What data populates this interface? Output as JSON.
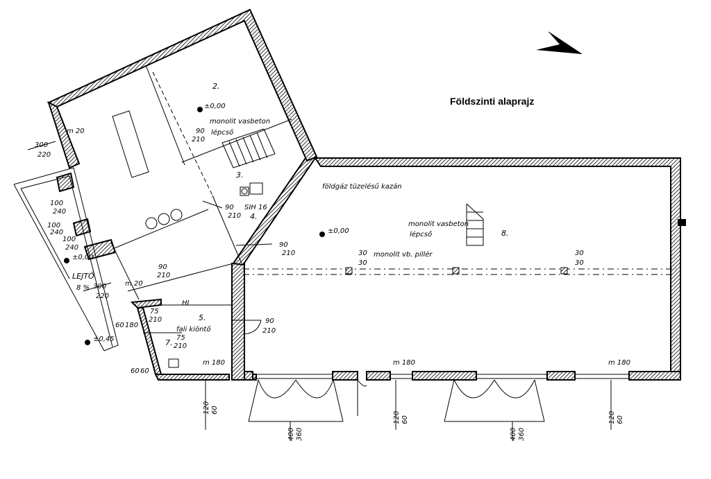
{
  "title": "Földszinti alaprajz",
  "rooms": {
    "r2": "2.",
    "r3": "3.",
    "r4": "4.",
    "r5": "5.",
    "r7": "7.",
    "r8": "8."
  },
  "annotations": {
    "stair1": "monolit vasbeton",
    "stair1b": "lépcső",
    "stair2": "monolit vasbeton",
    "stair2b": "lépcső",
    "boiler": "földgáz tüzelésű kazán",
    "sih": "SIH 16",
    "pillar": "monolit vb. pillér",
    "basin": "fali kiöntő",
    "ramp": "LEJTŐ",
    "ramp_pct": "8 %",
    "hi": "HI"
  },
  "levels": {
    "l1": "±0,00",
    "l2": "±0,00",
    "l3": "±0,00",
    "l4": "±0,45"
  },
  "dims": {
    "d300_220a_top": "300",
    "d300_220a_bot": "220",
    "d300_220b_top": "300",
    "d300_220b_bot": "220",
    "d100_240a_top": "100",
    "d100_240a_bot": "240",
    "d100_240b_top": "100",
    "d100_240b_bot": "240",
    "d100_240c_top": "100",
    "d100_240c_bot": "240",
    "m20a": "m 20",
    "m20b": "m 20",
    "d90_210a_top": "90",
    "d90_210a_bot": "210",
    "d90_210b_top": "90",
    "d90_210b_bot": "210",
    "d90_210c_top": "90",
    "d90_210c_bot": "210",
    "d90_210d_top": "90",
    "d90_210d_bot": "210",
    "d90_210e_top": "90",
    "d90_210e_bot": "210",
    "d30_30a_top": "30",
    "d30_30a_bot": "30",
    "d30_30b_top": "30",
    "d30_30b_bot": "30",
    "d60_180_top": "60",
    "d60_180_bot": "180",
    "d60_60_top": "60",
    "d60_60_bot": "60",
    "d75_210_top": "75",
    "d75_210_bot": "210",
    "d75_210b_top": "75",
    "d75_210b_bot": "210",
    "m180a": "m 180",
    "m180b": "m 180",
    "m180c": "m 180",
    "d120_60a_top": "120",
    "d120_60a_bot": "60",
    "d120_60b_top": "120",
    "d120_60b_bot": "60",
    "d120_60c_top": "120",
    "d120_60c_bot": "60",
    "d400_360a_top": "400",
    "d400_360a_bot": "360",
    "d400_360b_top": "400",
    "d400_360b_bot": "360"
  }
}
